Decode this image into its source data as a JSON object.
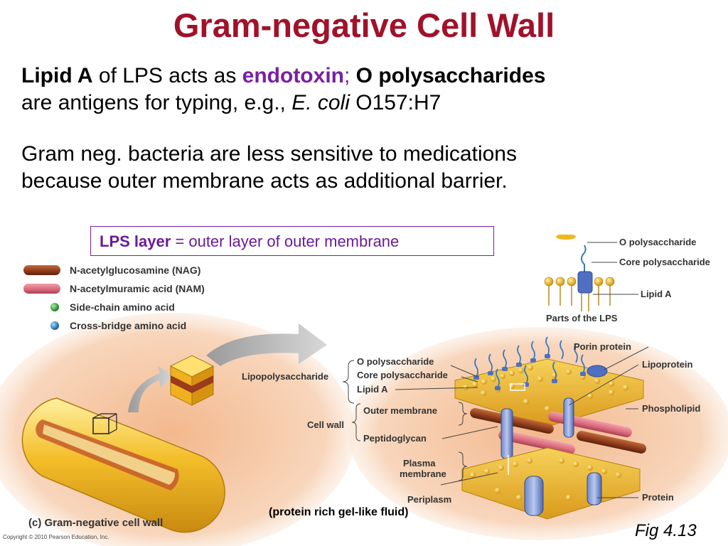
{
  "title": "Gram-negative Cell Wall",
  "paragraph1": {
    "lipid_a": "Lipid A",
    "of_lps": " of LPS acts as ",
    "endotoxin": "endotoxin",
    "semicolon": ";",
    "o_polysaccharides": " O polysaccharides",
    "line2_start": "are antigens for typing, e.g., ",
    "ecoli": "E. coli",
    "strain": " O157:H7"
  },
  "paragraph2": {
    "line1": "Gram neg. bacteria are less sensitive to medications",
    "line2": "because outer membrane acts as additional barrier."
  },
  "lps_box": {
    "bold": "LPS layer",
    "rest": " = outer layer of outer membrane"
  },
  "legend": [
    {
      "label": "N-acetylglucosamine (NAG)",
      "icon": "brown-cylinder",
      "color": "#8b3a1a"
    },
    {
      "label": "N-acetylmuramic acid (NAM)",
      "icon": "pink-cylinder",
      "color": "#d9677a"
    },
    {
      "label": "Side-chain amino acid",
      "icon": "green-sphere",
      "color": "#2e9b3a"
    },
    {
      "label": "Cross-bridge amino acid",
      "icon": "blue-sphere",
      "color": "#1e7fc8"
    }
  ],
  "lps_inset": {
    "o_polysaccharide": "O polysaccharide",
    "core_polysaccharide": "Core polysaccharide",
    "lipid_a": "Lipid A",
    "caption": "Parts of the LPS"
  },
  "diagram_labels": {
    "lipopolysaccharide": "Lipopolysaccharide",
    "o_polysaccharide": "O polysaccharide",
    "core_polysaccharide": "Core polysaccharide",
    "lipid_a": "Lipid A",
    "outer_membrane": "Outer membrane",
    "cell_wall": "Cell wall",
    "peptidoglycan": "Peptidoglycan",
    "plasma_membrane_1": "Plasma",
    "plasma_membrane_2": "membrane",
    "periplasm": "Periplasm",
    "porin_protein": "Porin protein",
    "lipoprotein": "Lipoprotein",
    "phospholipid": "Phospholipid",
    "protein": "Protein"
  },
  "panel_caption": "(c) Gram-negative cell wall",
  "periplasm_note": "(protein rich gel-like fluid)",
  "figure_ref": "Fig 4.13",
  "copyright": "Copyright © 2010 Pearson Education, Inc.",
  "colors": {
    "title": "#a0122a",
    "accent_purple": "#7a1fa2",
    "cell_yellow": "#f0b820",
    "background_peach": "#f6c9a6"
  }
}
